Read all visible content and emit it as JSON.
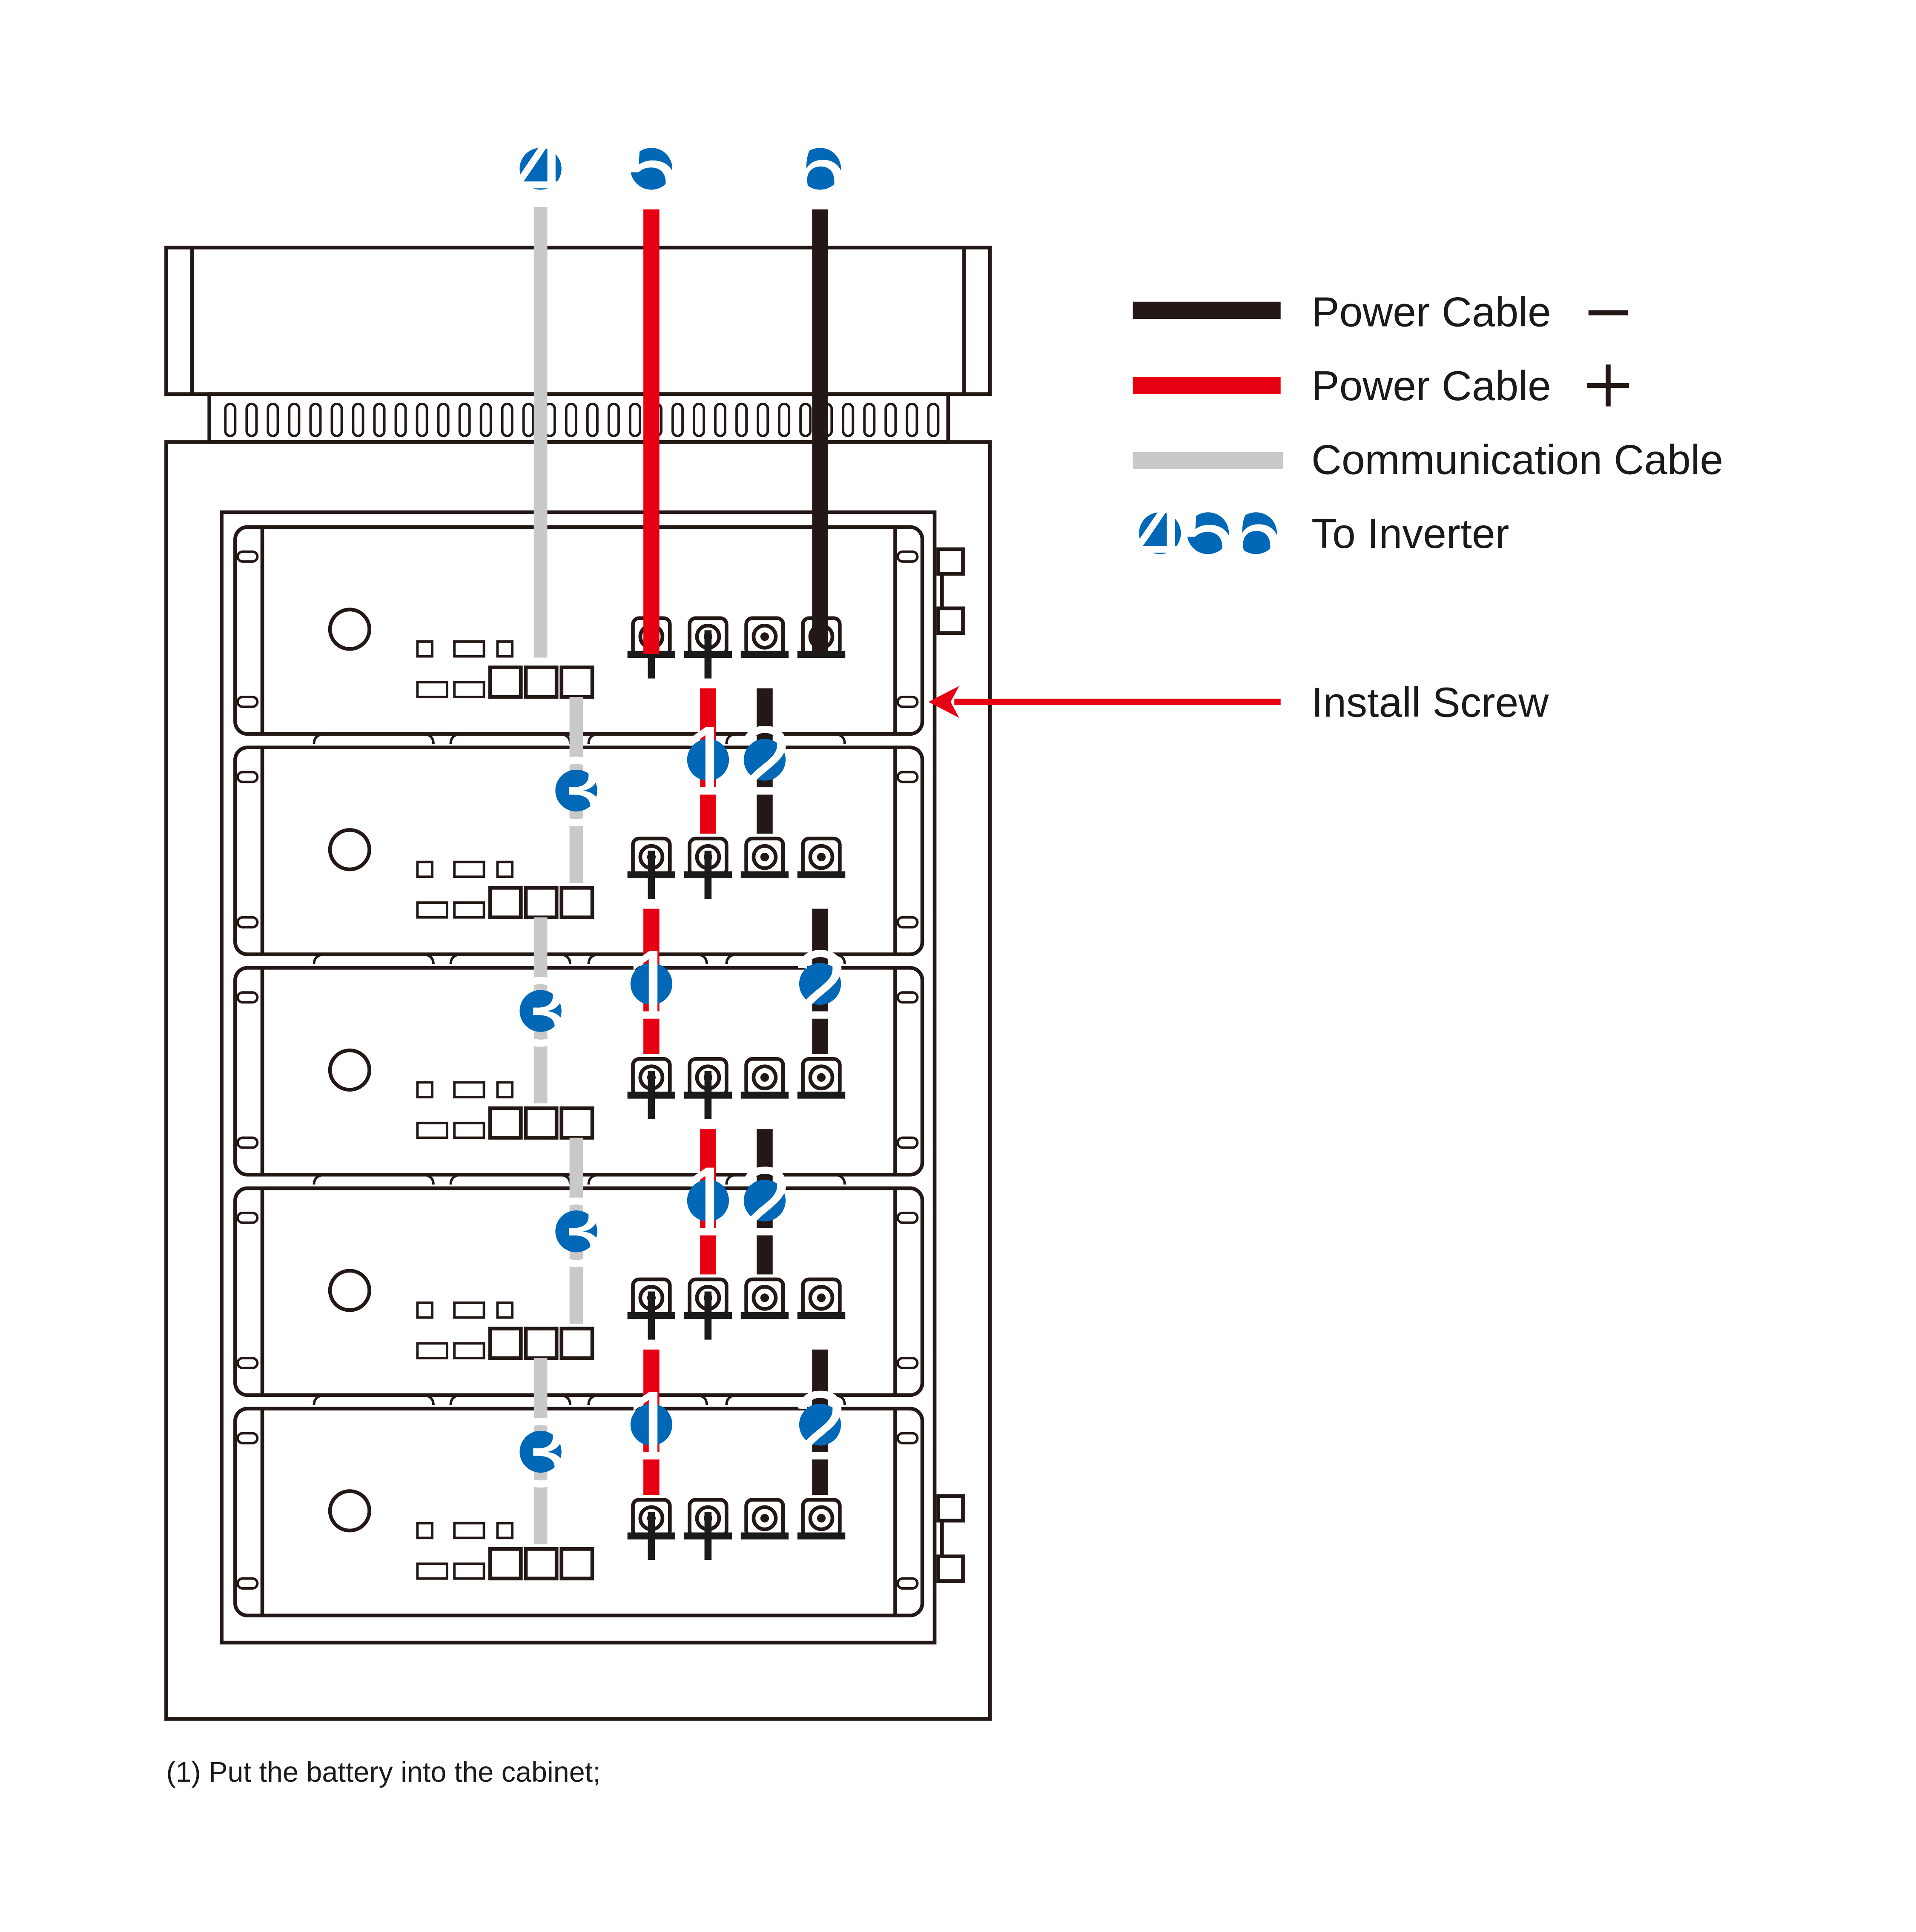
{
  "colors": {
    "neg_cable": "#231815",
    "pos_cable": "#e60012",
    "comm_cable": "#c9c9c9",
    "badge": "#0068b7",
    "outline": "#231815",
    "arrow": "#e60012"
  },
  "legend": {
    "neg_label": "Power Cable",
    "pos_label": "Power Cable",
    "comm_label": "Communication Cable",
    "inverter_label": "To Inverter",
    "inverter_badges": [
      "4",
      "5",
      "6"
    ]
  },
  "callout": {
    "label": "Install Screw"
  },
  "top_badges": [
    "4",
    "5",
    "6"
  ],
  "terminal_signs": [
    "+",
    "+",
    "−",
    "−"
  ],
  "connectors": {
    "pos_link": "1",
    "neg_link": "2",
    "comm_link": "3"
  },
  "battery_count": 5,
  "caption": "(1) Put the battery into the cabinet;"
}
